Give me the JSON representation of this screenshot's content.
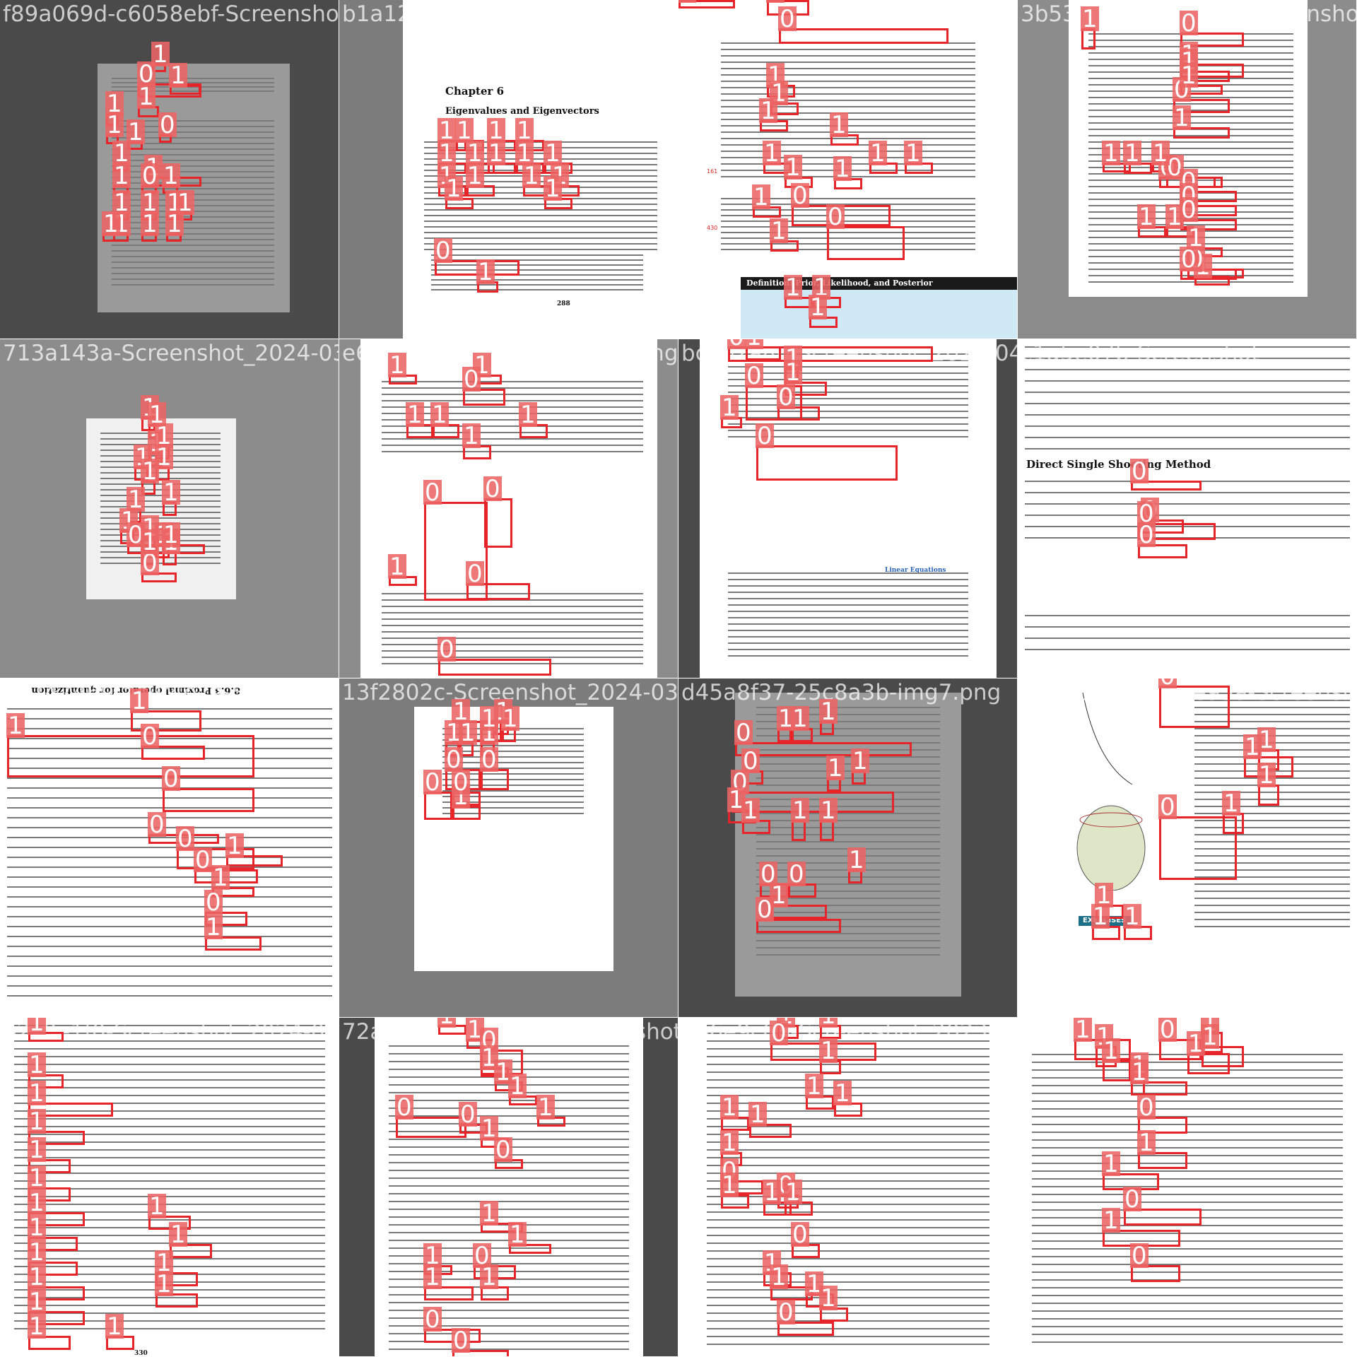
{
  "colors": {
    "box_outline": "#e8242b",
    "badge_fill": "#ec6464",
    "badge_text": "#ffffff",
    "filename_text": "#ffffff",
    "dark_tile_bg": "#4a4a4a",
    "mid_tile_bg": "#7c7c7c",
    "light_tile_bg": "#8c8c8c",
    "document_page": "#ffffff"
  },
  "tiles": [
    {
      "filename": "f89a069d-c6058ebf-Screenshot_2024-02-20",
      "heading": "",
      "annotation_labels": [
        "0",
        "1",
        "1",
        "1",
        "1",
        "0",
        "1",
        "1",
        "1",
        "0",
        "1",
        "1",
        "1",
        "1",
        "1",
        "1",
        "1",
        "1",
        "1",
        "1",
        "1"
      ]
    },
    {
      "filename": "b1a12385-08-30",
      "heading": "Chapter 6",
      "subheading": "Eigenvalues and Eigenvectors",
      "page_number": "288",
      "annotation_labels": [
        "1",
        "1",
        "1",
        "1",
        "1",
        "1",
        "1",
        "1",
        "1",
        "1",
        "1",
        "1",
        "1",
        "1",
        "1",
        "0",
        "1"
      ]
    },
    {
      "filename": "f64a4a2b-Screenshot_2024-02-14",
      "heading": "",
      "box_title": "Definition: Prior, Likelihood, and Posterior",
      "margin_notes": [
        "161",
        "430"
      ],
      "annotation_labels": [
        "1",
        "1",
        "0",
        "1",
        "1",
        "1",
        "1",
        "1",
        "1",
        "1",
        "1",
        "1",
        "1",
        "1",
        "0",
        "0",
        "1",
        "1",
        "1"
      ]
    },
    {
      "filename": "3b534493-3010a58-Screenshot",
      "heading": "",
      "annotation_labels": [
        "1",
        "0",
        "1",
        "1",
        "0",
        "1",
        "1",
        "1",
        "0",
        "1",
        "0",
        "0",
        "0",
        "0",
        "1",
        "1",
        "1",
        "1",
        "0",
        "1",
        "0"
      ]
    },
    {
      "filename": "713a143a-Screenshot_2024-03-18",
      "heading": "",
      "annotation_labels": [
        "1",
        "1",
        "1",
        "1",
        "1",
        "1",
        "1",
        "1",
        "1",
        "1",
        "1",
        "1",
        "1",
        "0",
        "0",
        "1",
        "1"
      ]
    },
    {
      "filename": "e6291254-3425f4b3-img9.png",
      "heading": "",
      "annotation_labels": [
        "1",
        "1",
        "0",
        "1",
        "1",
        "1",
        "1",
        "0",
        "0",
        "1",
        "0",
        "0"
      ]
    },
    {
      "filename": "bceb2a8b-Screenshot_2024-04-21",
      "heading": "",
      "section_title": "Linear Equations",
      "annotation_labels": [
        "0",
        "1",
        "1",
        "0",
        "1",
        "0",
        "1",
        "0"
      ]
    },
    {
      "filename": "c1a5e07b-Screenshot",
      "heading": "Direct Single Shooting Method",
      "annotation_labels": [
        "0",
        "0",
        "0",
        "0"
      ]
    },
    {
      "filename": "06747469-ac9f4e7e-Screenshot",
      "heading": "",
      "section_title": "8.6.3 Proximal operator for quantization",
      "annotation_labels": [
        "1",
        "0",
        "1",
        "0",
        "0",
        "1",
        "0",
        "0",
        "1",
        "0",
        "1"
      ]
    },
    {
      "filename": "13f2802c-Screenshot_2024-03-06",
      "heading": "",
      "annotation_labels": [
        "1",
        "1",
        "1",
        "1",
        "1",
        "1",
        "1",
        "0",
        "0",
        "1",
        "0",
        "0"
      ]
    },
    {
      "filename": "d45a8f37-25c8a3b-img7.png",
      "heading": "",
      "annotation_labels": [
        "1",
        "1",
        "1",
        "0",
        "0",
        "1",
        "1",
        "0",
        "1",
        "1",
        "1",
        "1",
        "1",
        "0",
        "0",
        "1",
        "0"
      ]
    },
    {
      "filename": "776eb7bc-50e6e93a-Screenshot",
      "heading": "",
      "badge_text": "EXERCISES 6.1",
      "annotation_labels": [
        "0",
        "1",
        "1",
        "0",
        "1",
        "1",
        "1",
        "1",
        "1"
      ]
    },
    {
      "filename": "b2c8e1f0-Screenshot_2024-05-02",
      "heading": "",
      "page_number": "330",
      "annotation_labels": [
        "1",
        "1",
        "1",
        "1",
        "1",
        "1",
        "1",
        "1",
        "1",
        "1",
        "1",
        "1",
        "1",
        "1",
        "1",
        "1",
        "1"
      ]
    },
    {
      "filename": "72a5654e-78d4f3e-Screenshot",
      "heading": "",
      "annotation_labels": [
        "1",
        "1",
        "0",
        "1",
        "1",
        "1",
        "1",
        "0",
        "0",
        "1",
        "0",
        "1",
        "1",
        "1",
        "0",
        "1",
        "1",
        "0",
        "0"
      ]
    },
    {
      "filename": "9b6e9c06-Screenshot_2023-11-06",
      "heading": "",
      "annotation_labels": [
        "1",
        "1",
        "0",
        "1",
        "1",
        "1",
        "1",
        "1",
        "1",
        "0",
        "1",
        "0",
        "1",
        "1",
        "0",
        "1",
        "1",
        "1",
        "1",
        "0"
      ]
    },
    {
      "filename": "7c6b8ae1-3a88-img13.png",
      "heading": "",
      "annotation_labels": [
        "1",
        "1",
        "0",
        "1",
        "1",
        "1",
        "1",
        "1",
        "1",
        "0",
        "1",
        "1",
        "0",
        "1",
        "0"
      ]
    }
  ]
}
